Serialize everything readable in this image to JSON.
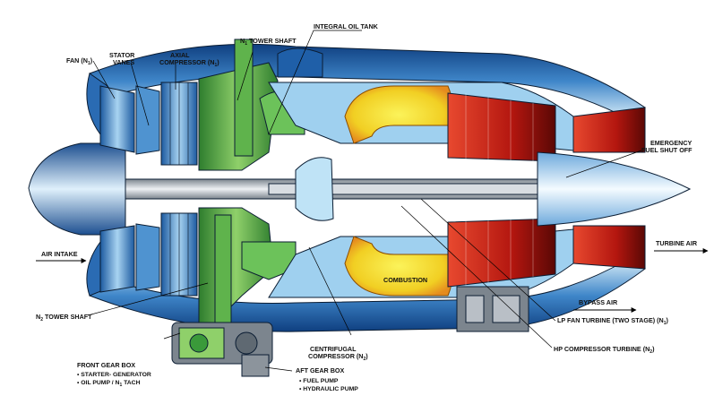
{
  "labels": {
    "fan": "FAN (N",
    "fan_sub": "1",
    "fan_end": ")",
    "stator_1": "STATOR",
    "stator_2": "VANES",
    "axial_1": "AXIAL",
    "axial_2": "COMPRESSOR (N",
    "axial_sub": "1",
    "axial_end": ")",
    "n1_tower": "N",
    "n1_tower_sub": "1",
    "n1_tower_end": " TOWER SHAFT",
    "oil_tank": "INTEGRAL OIL TANK",
    "emergency_1": "EMERGENCY",
    "emergency_2": "FUEL SHUT OFF",
    "air_intake": "AIR INTAKE",
    "turbine_air": "TURBINE AIR",
    "bypass_air": "BYPASS AIR",
    "combustion": "COMBUSTION",
    "n2_tower": "N",
    "n2_tower_sub": "2",
    "n2_tower_end": " TOWER SHAFT",
    "lp_turbine": "LP FAN TURBINE (TWO STAGE) (N",
    "lp_turbine_sub": "1",
    "lp_turbine_end": ")",
    "hp_turbine": "HP COMPRESSOR TURBINE (N",
    "hp_turbine_sub": "2",
    "hp_turbine_end": ")",
    "centrifugal_1": "CENTRIFUGAL",
    "centrifugal_2": "COMPRESSOR (N",
    "centrifugal_sub": "2",
    "centrifugal_end": ")",
    "front_gear_box": "FRONT GEAR BOX",
    "front_item_1": "• STARTER- GENERATOR",
    "front_item_2": "• OIL PUMP / N",
    "front_item_2_sub": "1",
    "front_item_2_end": " TACH",
    "aft_gear_box": "AFT GEAR BOX",
    "aft_item_1": "• FUEL PUMP",
    "aft_item_2": "• HYDRAULIC PUMP"
  },
  "colors": {
    "casing_blue": "#1f5fa8",
    "light_blue": "#bfe0f4",
    "mid_blue": "#5b9fd6",
    "green": "#3a9a3a",
    "light_green": "#8fcf6a",
    "yellow": "#f2e23a",
    "orange": "#f29a2e",
    "red": "#c8281c",
    "grey": "#b9bfc6",
    "dark": "#0b1d33"
  }
}
